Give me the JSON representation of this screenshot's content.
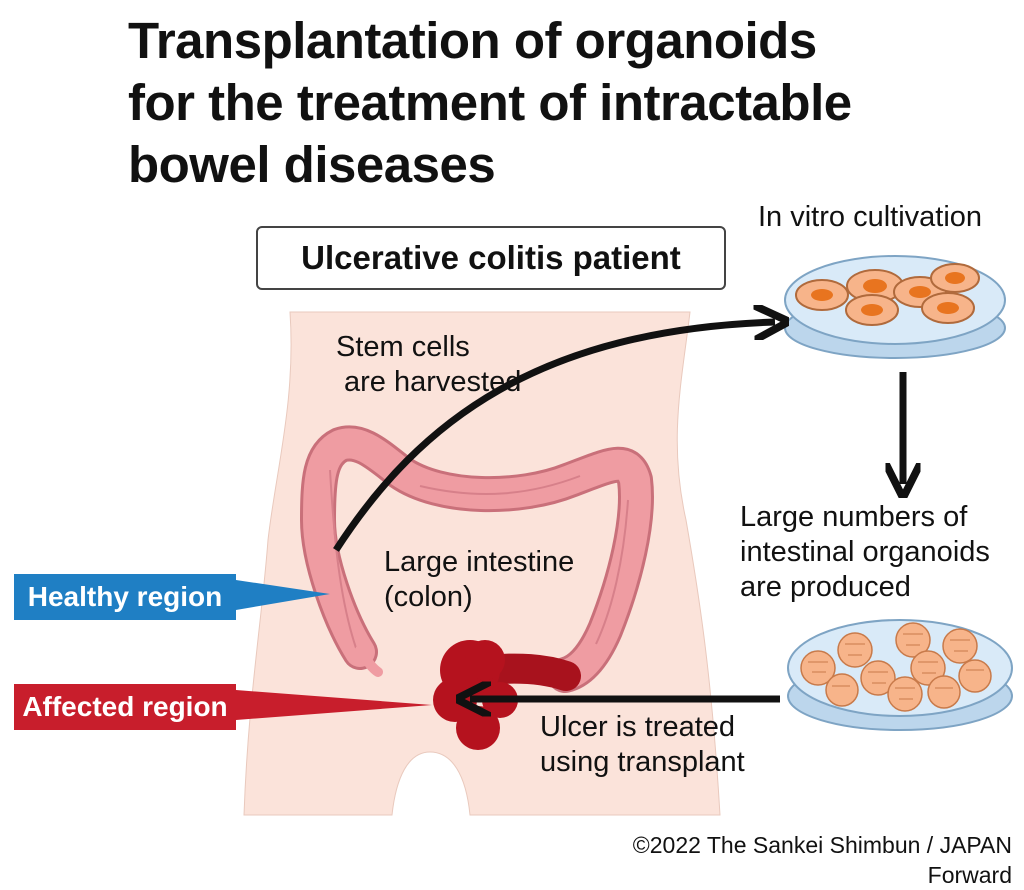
{
  "title": {
    "line1": "Transplantation of organoids",
    "line2": "for the treatment of intractable",
    "line3": "bowel diseases"
  },
  "patient_label": "Ulcerative colitis patient",
  "labels": {
    "stem_cells_line1": "Stem cells",
    "stem_cells_line2": "are harvested",
    "in_vitro": "In vitro cultivation",
    "organoids_line1": "Large numbers of",
    "organoids_line2": "intestinal organoids",
    "organoids_line3": "are produced",
    "large_intestine_line1": "Large intestine",
    "large_intestine_line2": "(colon)",
    "ulcer_line1": "Ulcer is treated",
    "ulcer_line2": "using transplant"
  },
  "regions": {
    "healthy": "Healthy region",
    "affected": "Affected region"
  },
  "credit": "©2022 The Sankei Shimbun / JAPAN Forward",
  "colors": {
    "healthy": "#1f7fc4",
    "affected": "#c81e2c",
    "colon": "#ef9ca2",
    "skin": "#fbe3da",
    "organoid": "#f7b48a"
  }
}
